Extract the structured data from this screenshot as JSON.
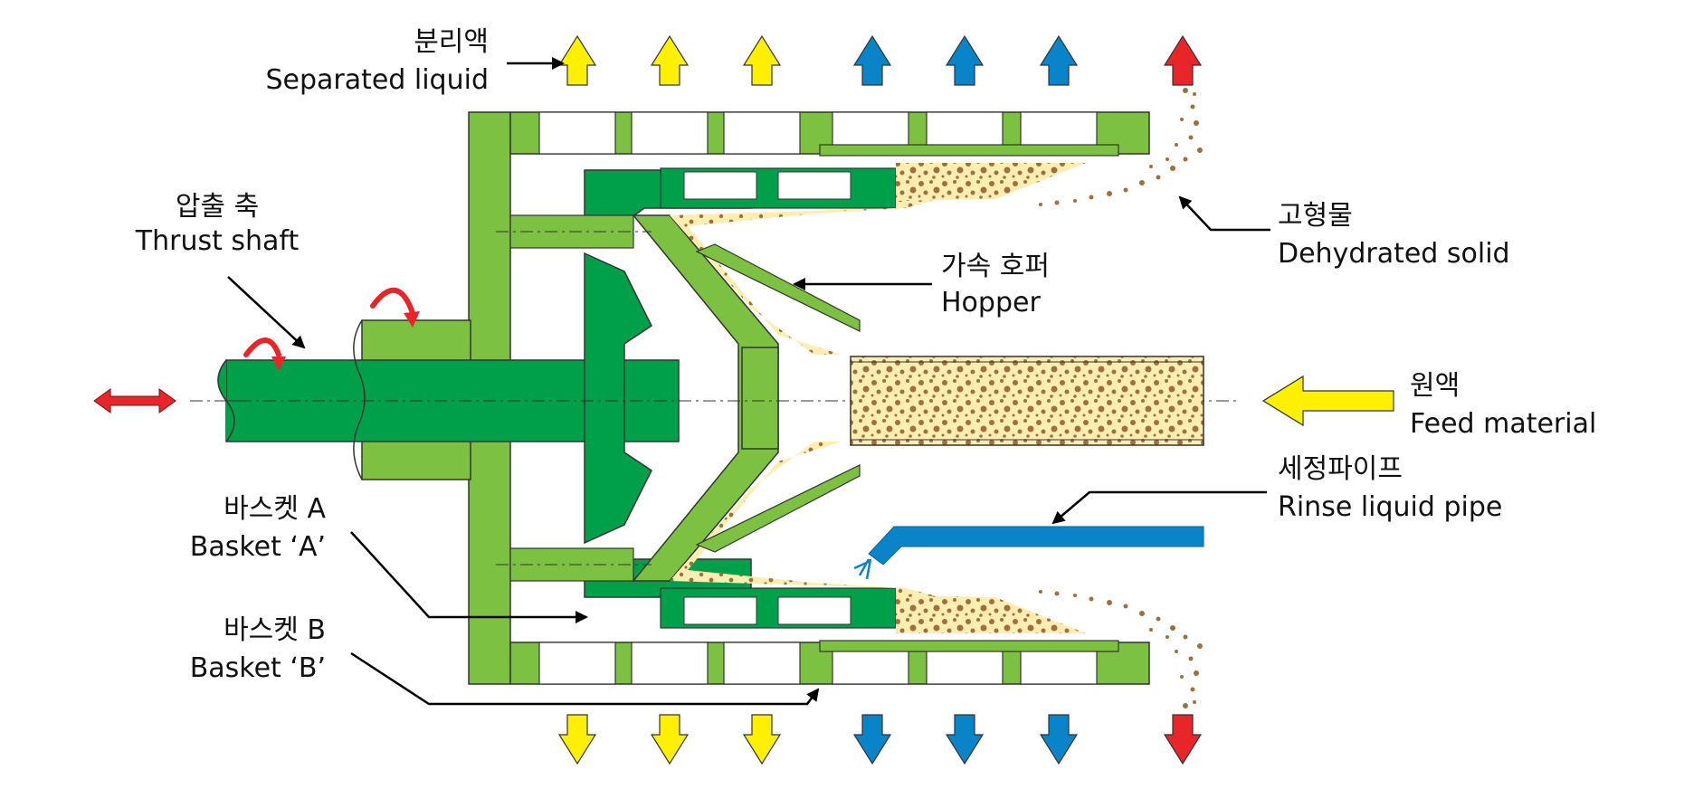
{
  "labels": {
    "separated_liquid": {
      "ko": "분리액",
      "en": "Separated liquid"
    },
    "thrust_shaft": {
      "ko": "압출 축",
      "en": "Thrust shaft"
    },
    "hopper": {
      "ko": "가속 호퍼",
      "en": "Hopper"
    },
    "dehydrated_solid": {
      "ko": "고형물",
      "en": "Dehydrated solid"
    },
    "feed_material": {
      "ko": "원액",
      "en": "Feed material"
    },
    "rinse_pipe": {
      "ko": "세정파이프",
      "en": "Rinse liquid pipe"
    },
    "basket_a": {
      "ko": "바스켓 A",
      "en": "Basket ‘A’"
    },
    "basket_b": {
      "ko": "바스켓 B",
      "en": "Basket ‘B’"
    }
  },
  "colors": {
    "light_green": "#7dc142",
    "dark_green": "#00a04a",
    "cake": "#fbeeb0",
    "particle": "#a0703c",
    "yellow_arrow": "#ffef00",
    "blue_arrow": "#0a84c8",
    "red_arrow": "#e8262a",
    "rinse_pipe": "#0a84c8"
  },
  "icons": {
    "flow_arrow": "up-down-arrow-icon",
    "rotation": "curved-rotation-arrow-icon",
    "reciprocate": "double-headed-arrow-icon"
  }
}
